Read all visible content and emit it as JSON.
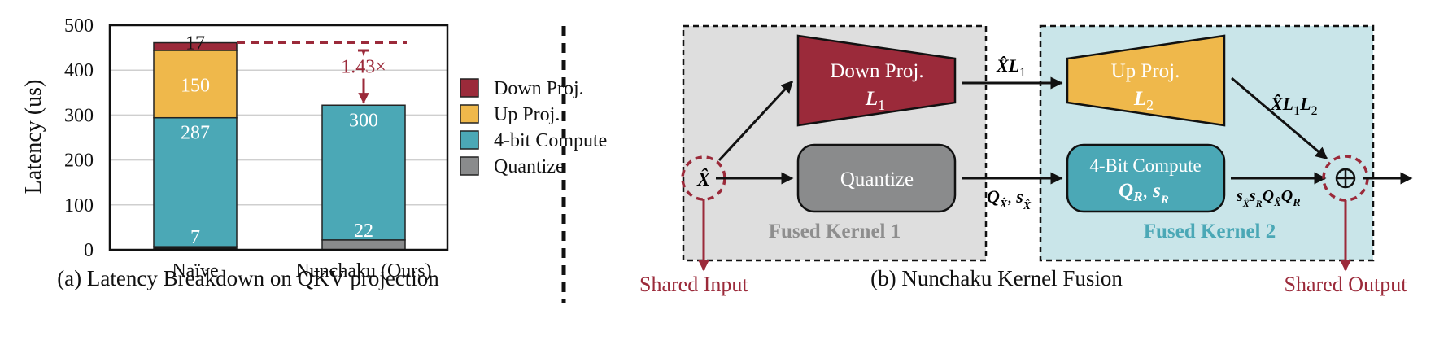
{
  "colors": {
    "down_proj": "#9b2a3a",
    "up_proj": "#efb84b",
    "compute": "#4ba8b6",
    "quantize": "#8a8b8c",
    "accent": "#9b2a3a",
    "kernel1_bg": "#dedede",
    "kernel2_bg": "#c9e5e9",
    "kernel1_label": "#8e8e8e",
    "kernel2_label": "#4ba8b6"
  },
  "chart_data": {
    "type": "bar",
    "stacked": true,
    "title": "",
    "caption": "(a) Latency Breakdown on QKV projection",
    "xlabel": "",
    "ylabel": "Latency (us)",
    "ylim": [
      0,
      500
    ],
    "yticks": [
      0,
      100,
      200,
      300,
      400,
      500
    ],
    "grid": true,
    "categories": [
      "Naïve",
      "Nunchaku (Ours)"
    ],
    "series": [
      {
        "name": "Quantize",
        "values": [
          7,
          22
        ],
        "labels": [
          "7",
          "22"
        ]
      },
      {
        "name": "4-bit Compute",
        "values": [
          287,
          300
        ],
        "labels": [
          "287",
          "300"
        ]
      },
      {
        "name": "Up Proj.",
        "values": [
          150,
          0
        ],
        "labels": [
          "150",
          ""
        ]
      },
      {
        "name": "Down Proj.",
        "values": [
          17,
          0
        ],
        "labels": [
          "17",
          ""
        ]
      }
    ],
    "legend": [
      "Down Proj.",
      "Up Proj.",
      "4-bit Compute",
      "Quantize"
    ],
    "legend_position": "right",
    "annotation": {
      "text": "1.43×",
      "from_value": 461,
      "to_value": 322
    }
  },
  "diagram": {
    "caption": "(b) Nunchaku Kernel Fusion",
    "input_symbol": "X̂",
    "down_proj": {
      "title": "Down Proj.",
      "symbol": "L",
      "sub": "1"
    },
    "up_proj": {
      "title": "Up Proj.",
      "symbol": "L",
      "sub": "2"
    },
    "quantize": {
      "title": "Quantize"
    },
    "compute": {
      "title": "4-Bit Compute",
      "symbol_q": "Q",
      "sub_q": "R",
      "symbol_s": "s",
      "sub_s": "R"
    },
    "edge_xl1": {
      "base": "X̂L",
      "sub": "1"
    },
    "edge_xl1l2": {
      "base": "X̂L",
      "sub1": "1",
      "mid": "L",
      "sub2": "2"
    },
    "edge_q": {
      "q": "Q",
      "q_sub": "X̂",
      "sep": ", ",
      "s": "s",
      "s_sub": "X̂"
    },
    "edge_out": {
      "s1": "s",
      "s1_sub": "X̂",
      "s2": "s",
      "s2_sub": "R",
      "q1": "Q",
      "q1_sub": "X̂",
      "q2": "Q",
      "q2_sub": "R"
    },
    "sum_symbol": "⊕",
    "kernel1_label": "Fused Kernel 1",
    "kernel2_label": "Fused Kernel 2",
    "shared_input": "Shared Input",
    "shared_output": "Shared Output"
  }
}
